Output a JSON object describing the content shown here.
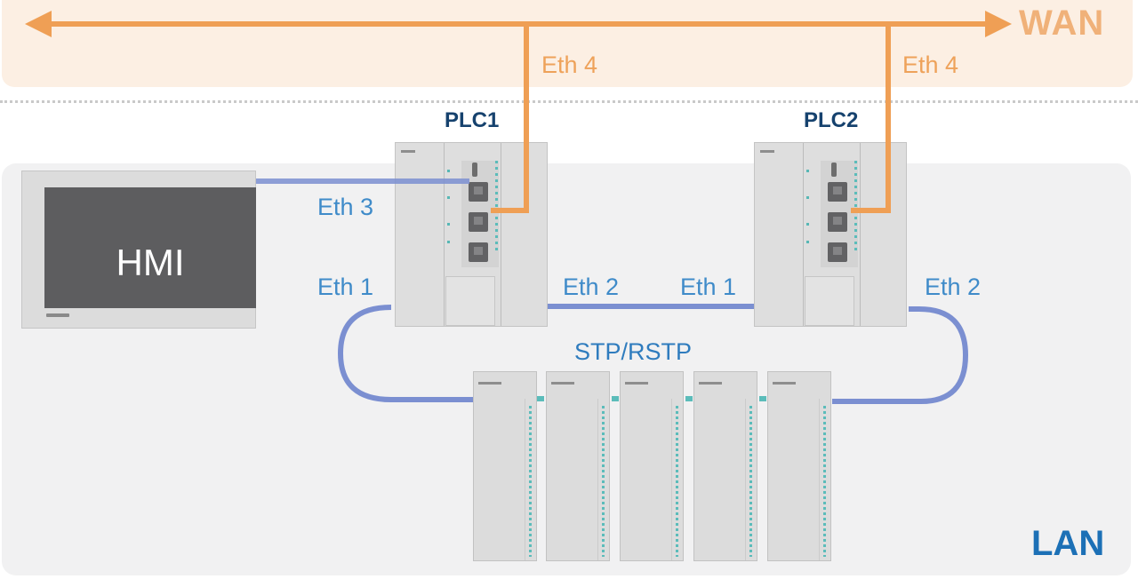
{
  "zones": {
    "wan": "WAN",
    "lan": "LAN"
  },
  "devices": {
    "hmi": "HMI",
    "plc1": "PLC1",
    "plc2": "PLC2"
  },
  "ports": {
    "plc1_wan": "Eth 4",
    "plc2_wan": "Eth 4",
    "plc1_hmi": "Eth 3",
    "plc1_ring_left": "Eth 1",
    "plc1_ring_right": "Eth 2",
    "plc2_ring_left": "Eth 1",
    "plc2_ring_right": "Eth 2"
  },
  "ring": {
    "protocol": "STP/RSTP"
  },
  "colors": {
    "wan_link": "#ef9f55",
    "lan_link": "#7b8fd1",
    "lan_label": "#1c70b6",
    "plc_label": "#16426e"
  },
  "io_modules_count": 5
}
